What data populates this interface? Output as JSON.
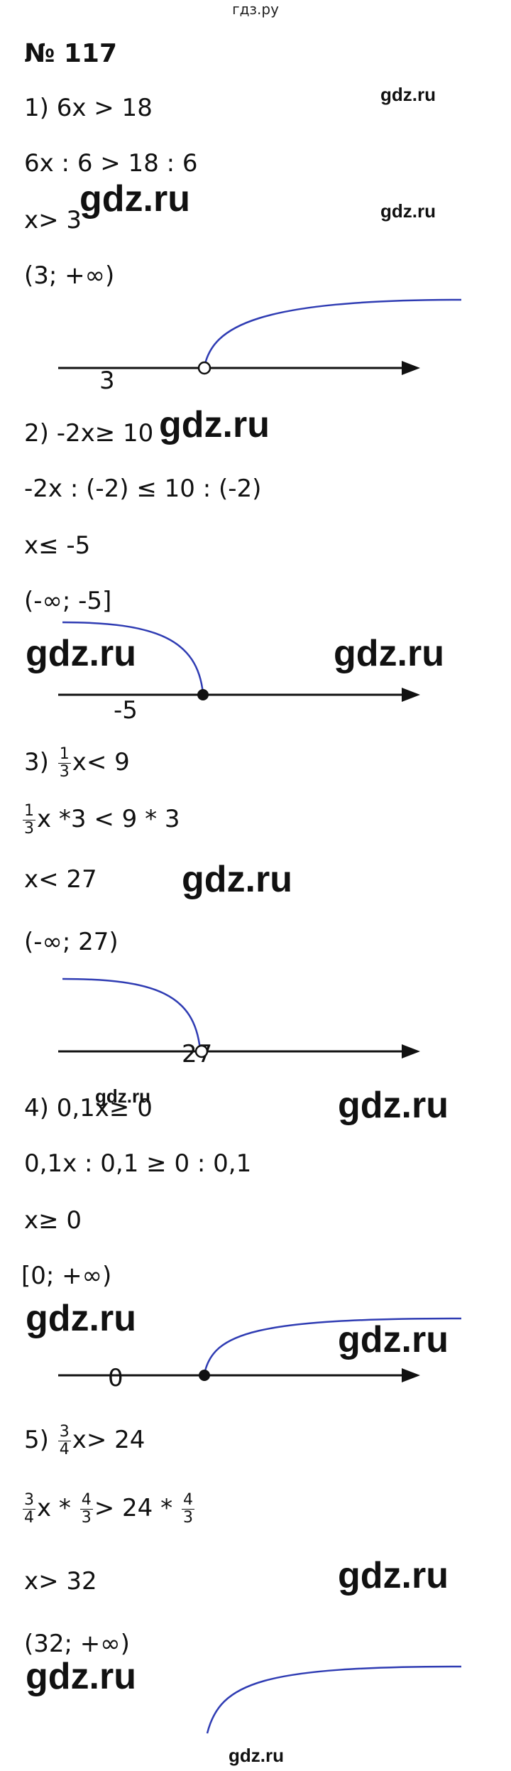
{
  "site_header": "гдз.ру",
  "title": "№ 117",
  "watermark_small": "gdz.ru",
  "watermark_large": "gdz.ru",
  "p1": {
    "l1": "1) 6x > 18",
    "l2": "6x : 6 > 18 : 6",
    "l3": "x> 3",
    "l4": "(3; +∞)",
    "tick": "3"
  },
  "p2": {
    "l1": "2) -2x≥ 10",
    "l2": "-2x : (-2) ≤ 10 : (-2)",
    "l3": "x≤ -5",
    "l4": "(-∞; -5]",
    "tick": "-5"
  },
  "p3": {
    "l1_prefix": "3) ",
    "frac_num": "1",
    "frac_den": "3",
    "l1_suffix": "x< 9",
    "l2_suffix": "x *3 < 9 * 3",
    "l3": "x< 27",
    "l4": "(-∞; 27)",
    "tick": "27"
  },
  "p4": {
    "l1": "4) 0,1x≥ 0",
    "l2": "0,1x : 0,1 ≥ 0 : 0,1",
    "l3": "x≥ 0",
    "l4": "[0; +∞)",
    "tick": "0"
  },
  "p5": {
    "l1_prefix": "5) ",
    "frac_num": "3",
    "frac_den": "4",
    "l1_suffix": "x> 24",
    "l2_mid": "x * ",
    "frac2_num": "4",
    "frac2_den": "3",
    "l2_mid2": "> 24 * ",
    "frac3_num": "4",
    "frac3_den": "3",
    "l3": "x> 32",
    "l4": "(32; +∞)"
  },
  "colors": {
    "curve": "#2f3cb3",
    "axis": "#111111"
  }
}
